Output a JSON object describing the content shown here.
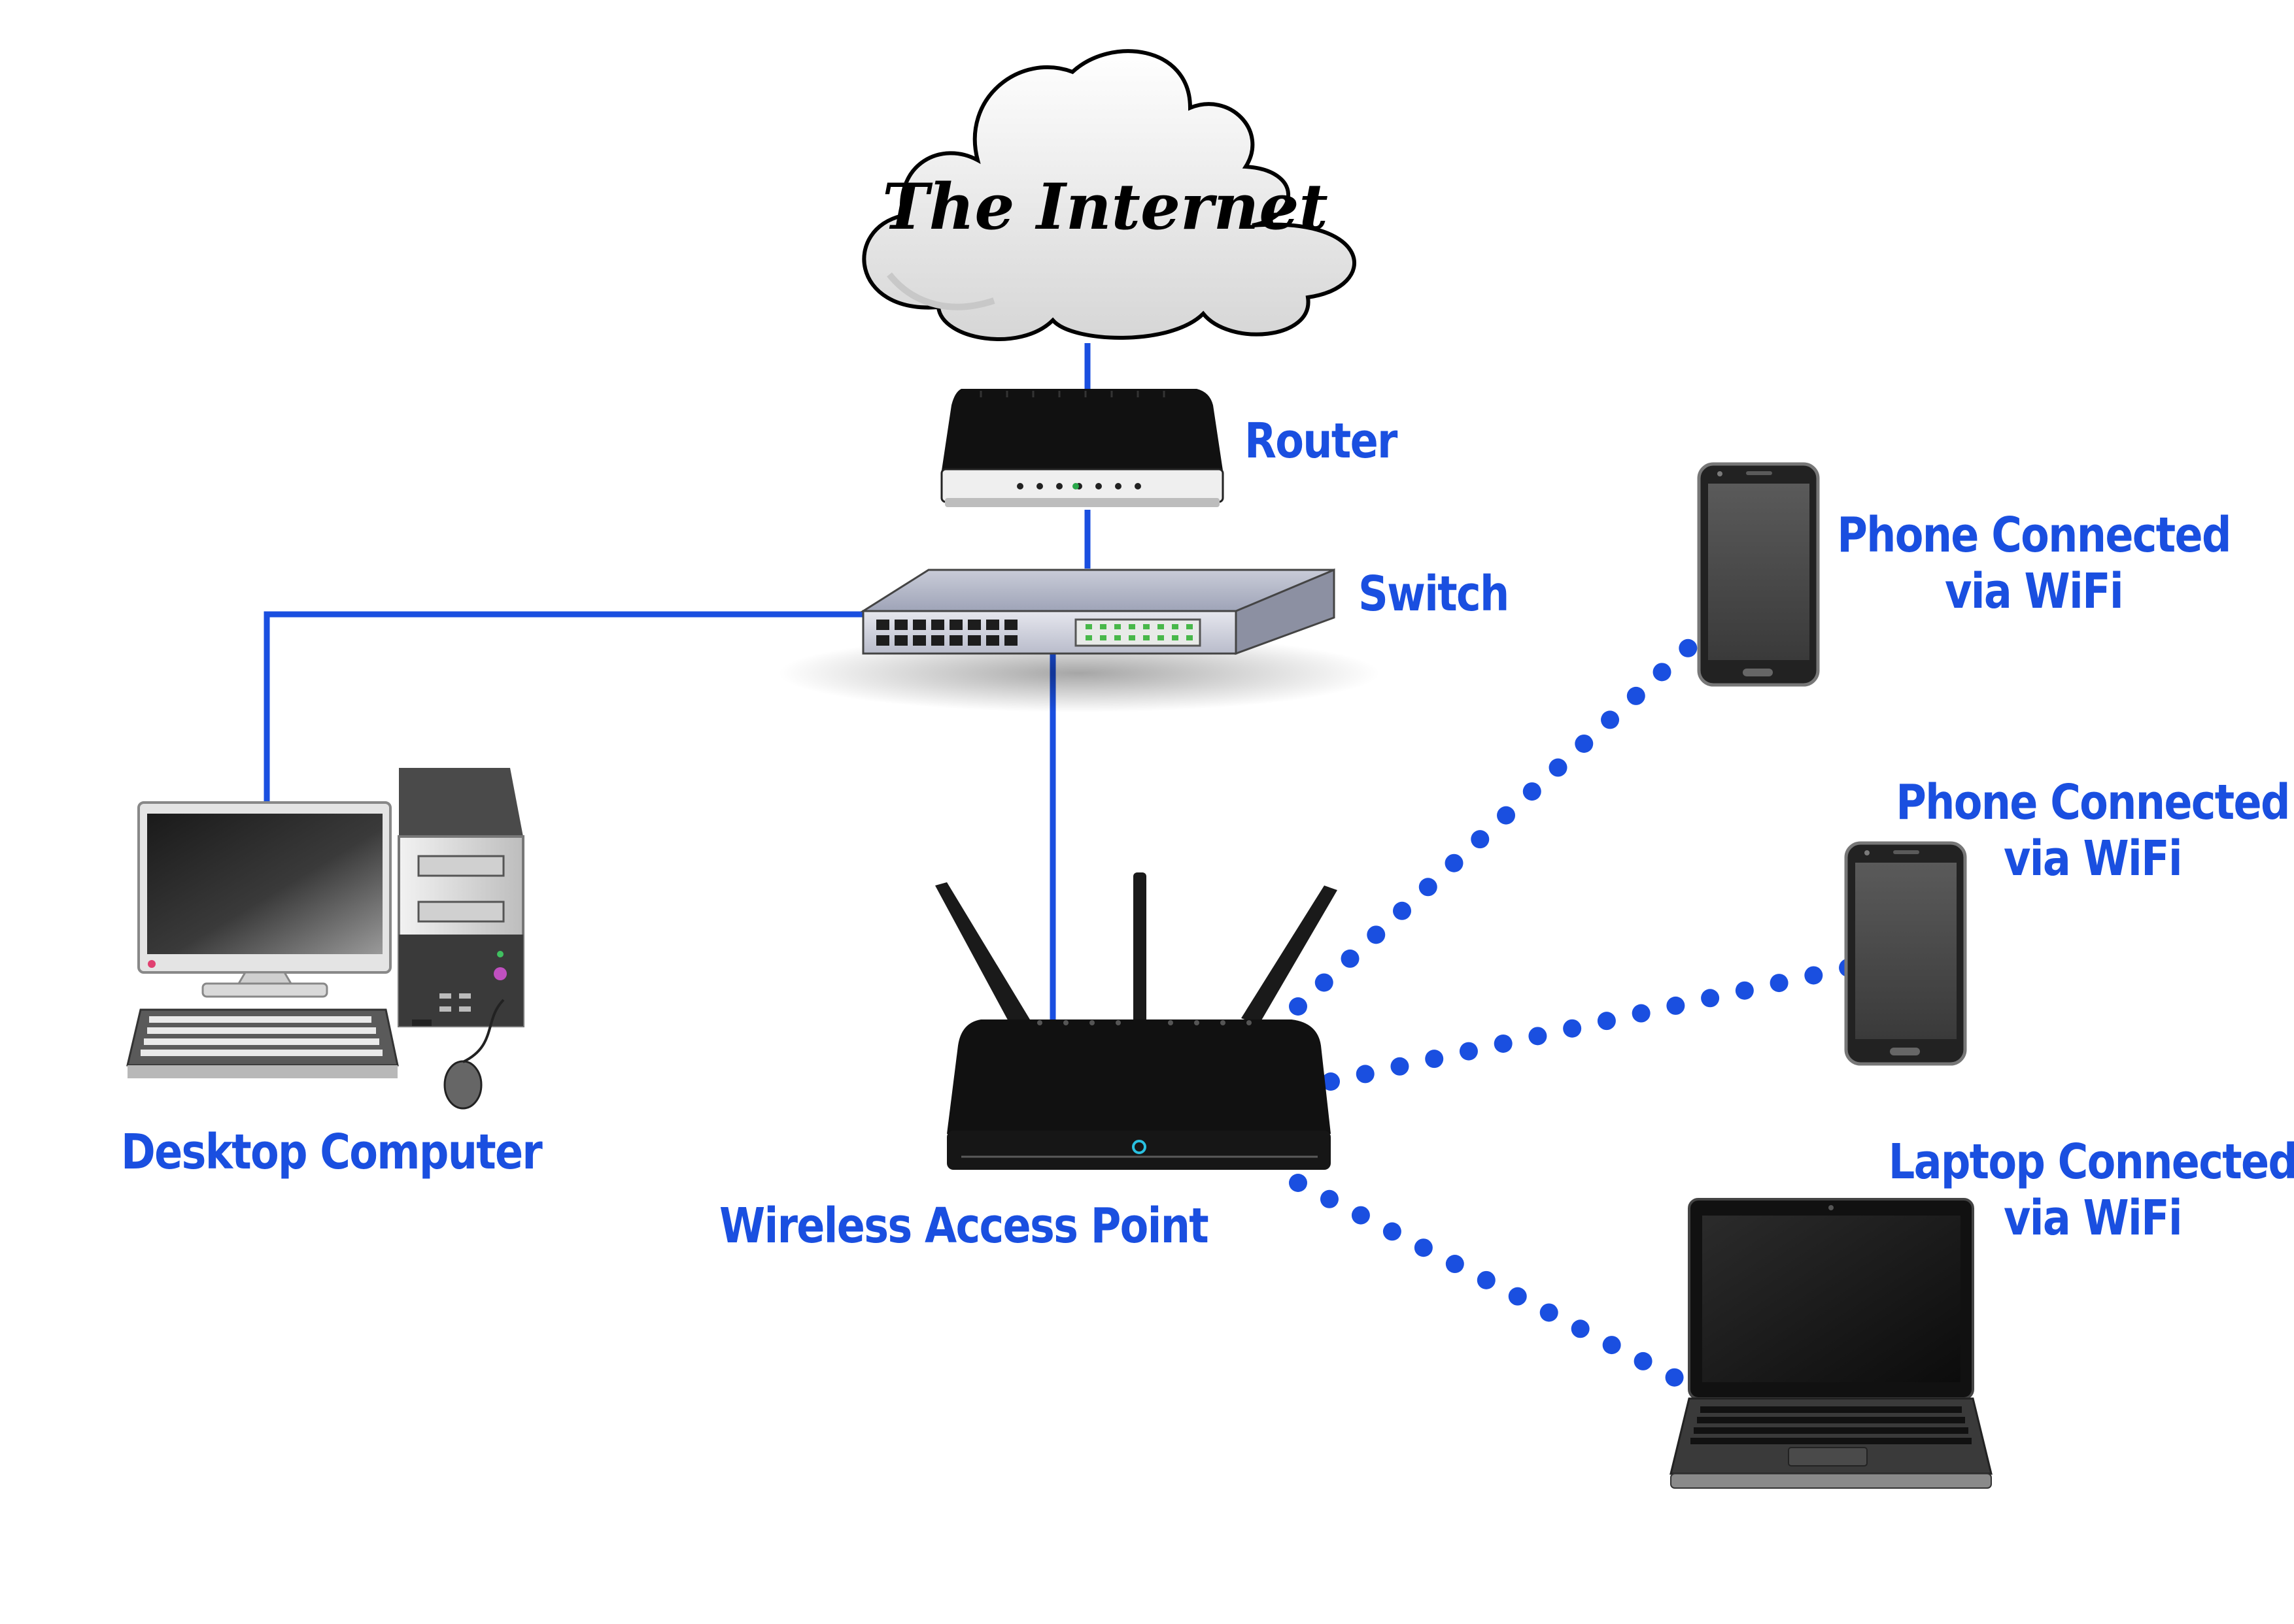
{
  "colors": {
    "link": "#1a4fe0",
    "wifi_dots": "#1a4fe0",
    "label": "#1a4fe0",
    "device_dark": "#1a1a1a",
    "switch_body": "#9ea3b6"
  },
  "cloud": {
    "text": "The Internet",
    "icon": "cloud-icon"
  },
  "devices": {
    "router": {
      "label": "Router",
      "icon": "router-icon"
    },
    "switch": {
      "label": "Switch",
      "icon": "switch-icon"
    },
    "desktop": {
      "label": "Desktop Computer",
      "icon": "desktop-computer-icon"
    },
    "access_point": {
      "label": "Wireless Access Point",
      "icon": "wireless-router-icon"
    },
    "phone1": {
      "label_line1": "Phone Connected",
      "label_line2": "via WiFi",
      "icon": "smartphone-icon"
    },
    "phone2": {
      "label_line1": "Phone Connected",
      "label_line2": "via WiFi",
      "icon": "smartphone-icon"
    },
    "laptop": {
      "label_line1": "Laptop Connected",
      "label_line2": "via WiFi",
      "icon": "laptop-icon"
    }
  },
  "connections": [
    {
      "from": "The Internet",
      "to": "Router",
      "type": "wired"
    },
    {
      "from": "Router",
      "to": "Switch",
      "type": "wired"
    },
    {
      "from": "Switch",
      "to": "Desktop Computer",
      "type": "wired"
    },
    {
      "from": "Switch",
      "to": "Wireless Access Point",
      "type": "wired"
    },
    {
      "from": "Wireless Access Point",
      "to": "Phone 1",
      "type": "wifi"
    },
    {
      "from": "Wireless Access Point",
      "to": "Phone 2",
      "type": "wifi"
    },
    {
      "from": "Wireless Access Point",
      "to": "Laptop",
      "type": "wifi"
    }
  ]
}
